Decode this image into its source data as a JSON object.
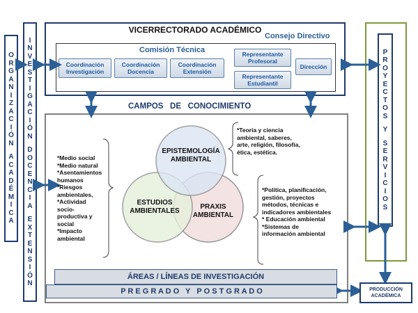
{
  "left_vertical_1": [
    "O",
    "R",
    "G",
    "A",
    "N",
    "I",
    "Z",
    "A",
    "C",
    "I",
    "Ó",
    "N",
    "",
    "A",
    "C",
    "A",
    "D",
    "É",
    "M",
    "I",
    "C",
    "A"
  ],
  "left_vertical_2": [
    "I",
    "N",
    "V",
    "E",
    "S",
    "T",
    "I",
    "G",
    "A",
    "C",
    "I",
    "Ó",
    "N",
    "",
    "D",
    "O",
    "C",
    "E",
    "N",
    "C",
    "I",
    "A",
    "",
    "E",
    "X",
    "T",
    "E",
    "N",
    "S",
    "I",
    "Ó",
    "N"
  ],
  "right_vertical": [
    "P",
    "R",
    "O",
    "Y",
    "E",
    "C",
    "T",
    "O",
    "S",
    "",
    "Y",
    "",
    "S",
    "E",
    "R",
    "V",
    "I",
    "C",
    "I",
    "O",
    "S"
  ],
  "top": {
    "title": "VICERRECTORADO ACADÉMICO",
    "consejo": "Consejo Directivo",
    "comision": "Comisión Técnica",
    "buttons": {
      "coord_investigacion": "Coordinación Investigación",
      "coord_docencia": "Coordinación Docencia",
      "coord_extension": "Coordinación Extensión",
      "rep_profesoral": "Representante Profesoral",
      "rep_estudiantil": "Representante Estudiantil",
      "direccion": "Dirección"
    }
  },
  "campos_title": "CAMPOS   DE   CONOCIMIENTO",
  "circles": {
    "epistemologia": [
      "EPISTEMOLOGÍA",
      "AMBIENTAL"
    ],
    "estudios": [
      "ESTUDIOS",
      "AMBIENTALES"
    ],
    "praxis": [
      "PRAXIS",
      "AMBIENTAL"
    ]
  },
  "left_list": [
    "*Medio social",
    "*Medio natural",
    "*Asentamientos",
    "humanos",
    "*Riesgos",
    "ambientales,",
    "*Actividad",
    "socio-",
    "productiva y",
    "social",
    "*Impacto",
    "ambiental"
  ],
  "top_right_list": [
    "*Teoría  y ciencia",
    "ambiental,  saberes,",
    "arte, religión, filosofía,",
    "ética, estética."
  ],
  "right_list": [
    "*Política, planificación,",
    "gestión, proyectos",
    "métodos, técnicas e",
    "indicadores ambientales",
    "* Educación ambiental",
    "*Sistemas de",
    "información ambiental"
  ],
  "areas": "ÁREAS / LÍNEAS DE INVESTIGACIÓN",
  "pregrado": "P R E G R A D O   Y   P O S T G R A D O",
  "produccion": [
    "PRODUCCIÓN",
    "ACADÉMICA"
  ],
  "colors": {
    "navy": "#1f3a6b",
    "arrow": "#2b5f96",
    "green_border": "#7a9a3a",
    "circle_blue": "#dbe6f4",
    "circle_green": "#e6f0dc",
    "circle_red": "#f3e0e0"
  }
}
